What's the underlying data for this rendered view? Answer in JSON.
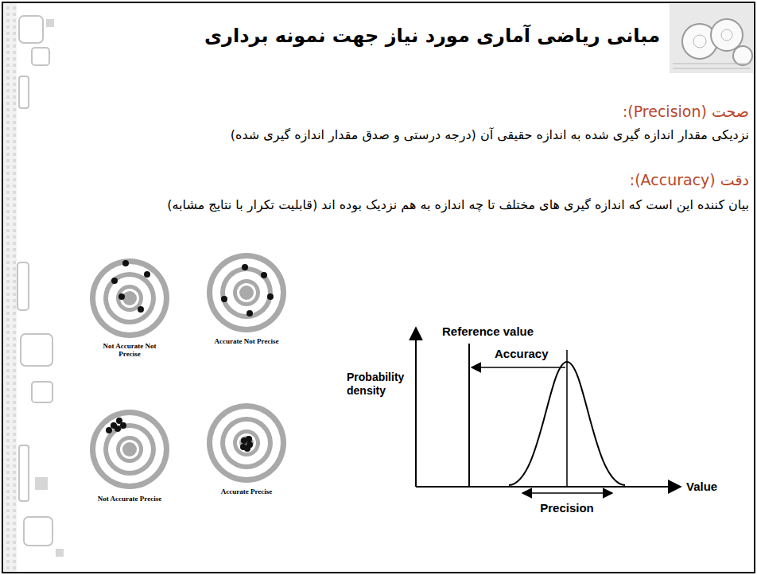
{
  "diagram": {
    "title": "مبانی ریاضی آماری مورد نیاز جهت نمونه برداری",
    "labels": [
      "صحت (Precision):",
      "نزدیکی مقدار اندازه گیری شده به اندازه حقیقی آن (درجه درستی و صدق مقدار اندازه گیری شده)",
      "دقت (Accuracy):",
      "بیان کننده این است که اندازه گیری های مختلف تا چه اندازه به هم نزدیک بوده اند (قابلیت تکرار با نتایج مشابه)",
      "Not Accurate Not Precise",
      "Accurate Not Precise",
      "Not Accurate Precise",
      "Accurate Precise",
      "Reference value",
      "Probability density",
      "Accuracy",
      "Precision",
      "Value"
    ]
  }
}
